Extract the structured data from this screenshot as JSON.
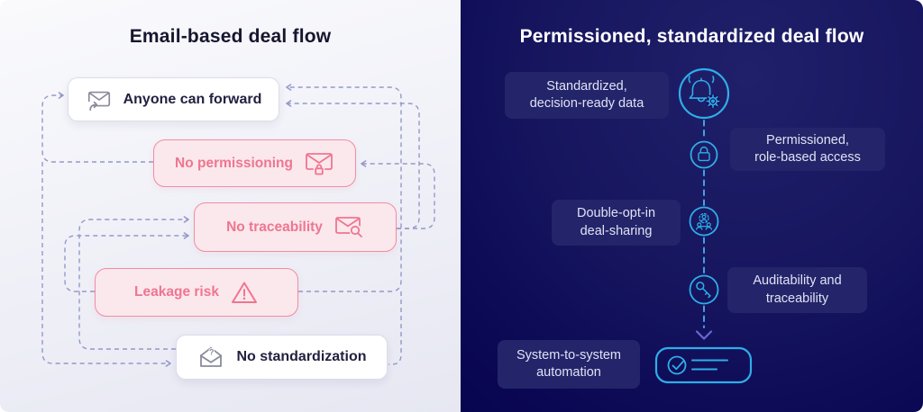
{
  "left": {
    "title": "Email-based deal flow",
    "boxes": [
      {
        "label": "Anyone can forward",
        "icon": "envelope-forward-icon",
        "variant": "neutral"
      },
      {
        "label": "No permissioning",
        "icon": "envelope-lock-icon",
        "variant": "risk"
      },
      {
        "label": "No traceability",
        "icon": "envelope-search-icon",
        "variant": "risk"
      },
      {
        "label": "Leakage risk",
        "icon": "warning-triangle-icon",
        "variant": "risk"
      },
      {
        "label": "No standardization",
        "icon": "envelope-open-question-icon",
        "variant": "neutral"
      }
    ]
  },
  "right": {
    "title": "Permissioned, standardized deal flow",
    "steps": [
      {
        "label": "Standardized,\ndecision-ready data",
        "icon": "bell-gear-icon",
        "side": "left"
      },
      {
        "label": "Permissioned,\nrole-based access",
        "icon": "lock-icon",
        "side": "right"
      },
      {
        "label": "Double-opt-in\ndeal-sharing",
        "icon": "people-group-icon",
        "side": "left"
      },
      {
        "label": "Auditability and\ntraceability",
        "icon": "key-icon",
        "side": "right"
      },
      {
        "label": "System-to-system\nautomation",
        "icon": "check-document-icon",
        "side": "left"
      }
    ]
  },
  "icons": {
    "question_glyph": "?"
  },
  "colors": {
    "connector": "#9598c9",
    "accent_cyan": "#2fade8",
    "flow_line": "#459fe3",
    "chevron": "#6868d6",
    "risk_fill": "#fae8ed",
    "risk_border": "#f28ca1",
    "risk_text": "#f0758f",
    "neutral_border": "#dcdcec",
    "neutral_text": "#212140",
    "icon_gray": "#8a8a9c",
    "label_fill": "#24246a",
    "label_text": "#dfe2f4",
    "right_bg_mask": "#15135c"
  }
}
